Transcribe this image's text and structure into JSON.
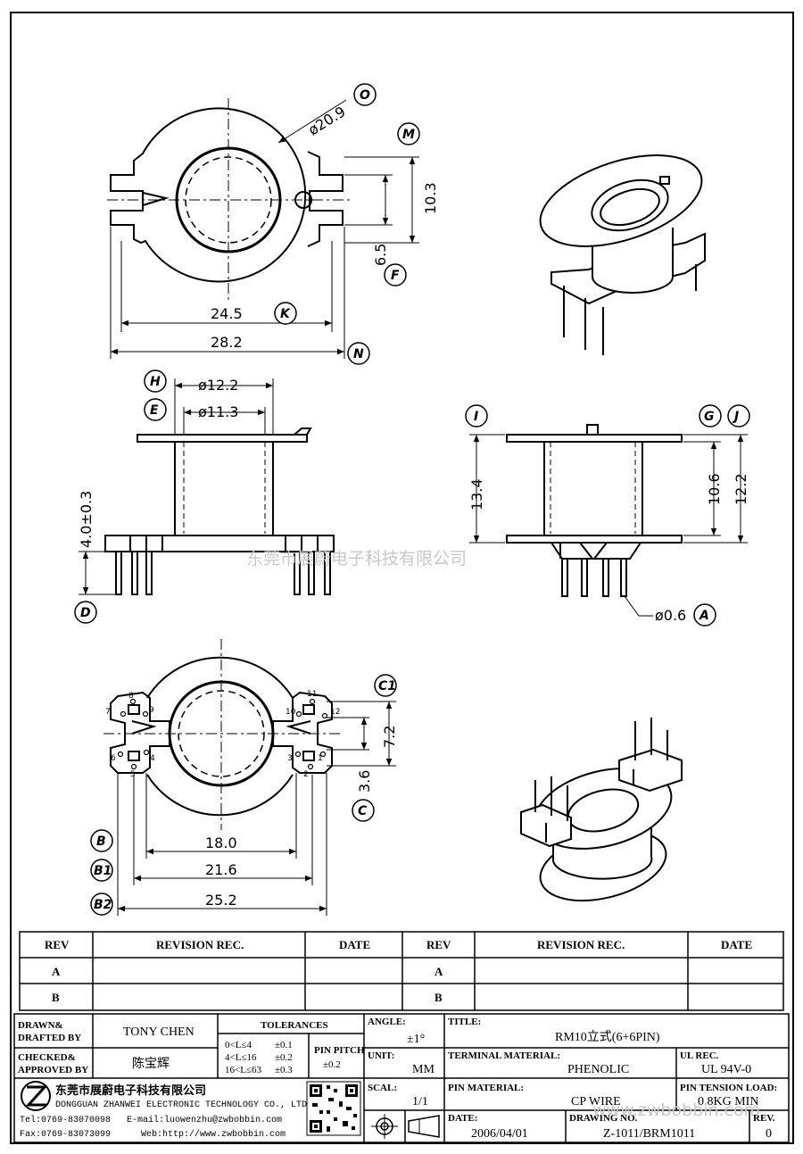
{
  "dimensions": {
    "d_outer": "ø20.9",
    "h_10_3": "10.3",
    "h_6_5": "6.5",
    "w_24_5": "24.5",
    "w_28_2": "28.2",
    "d_12_2": "ø12.2",
    "d_11_3": "ø11.3",
    "h_4_0": "4.0±0.3",
    "h_13_4": "13.4",
    "h_10_6": "10.6",
    "h_12_2": "12.2",
    "pin_d": "ø0.6",
    "h_7_2": "7.2",
    "h_3_6": "3.6",
    "w_18_0": "18.0",
    "w_21_6": "21.6",
    "w_25_2": "25.2"
  },
  "callouts": {
    "O": "O",
    "M": "M",
    "F": "F",
    "K": "K",
    "N": "N",
    "H": "H",
    "E": "E",
    "D": "D",
    "I": "I",
    "G": "G",
    "J": "J",
    "A": "A",
    "C1": "C1",
    "C": "C",
    "B": "B",
    "B1": "B1",
    "B2": "B2"
  },
  "pins": [
    "1",
    "2",
    "3",
    "4",
    "5",
    "6",
    "7",
    "8",
    "9",
    "10",
    "11",
    "12"
  ],
  "watermark": "东莞市展蔚电子科技有限公司",
  "revision_table": {
    "headers": [
      "REV",
      "REVISION REC.",
      "DATE",
      "REV",
      "REVISION REC.",
      "DATE"
    ],
    "rows": [
      [
        "A",
        "",
        "",
        "A",
        "",
        ""
      ],
      [
        "B",
        "",
        "",
        "B",
        "",
        ""
      ]
    ]
  },
  "title_block": {
    "drawn_label": "DRAWN&",
    "drafted_label": "DRAFTED BY",
    "drawn_value": "TONY CHEN",
    "checked_label": "CHECKED&",
    "approved_label": "APPROVED BY",
    "checked_value": "陈宝辉",
    "tolerances_label": "TOLERANCES",
    "tol_rows": [
      [
        "0<L≤4",
        "±0.1"
      ],
      [
        "4<L≤16",
        "±0.2"
      ],
      [
        "16<L≤63",
        "±0.3"
      ]
    ],
    "pin_pitch_label": "PIN PITCH",
    "pin_pitch_value": "±0.2",
    "angle_label": "ANGLE:",
    "angle_value": "±1°",
    "unit_label": "UNIT:",
    "unit_value": "MM",
    "scale_label": "SCAL:",
    "scale_value": "1/1",
    "title_label": "TITLE:",
    "title_value": "RM10立式(6+6PIN)",
    "terminal_label": "TERMINAL MATERIAL:",
    "terminal_value": "PHENOLIC",
    "ul_label": "UL REC.",
    "ul_value": "UL 94V-0",
    "pin_material_label": "PIN MATERIAL:",
    "pin_material_value": "CP WIRE",
    "pin_tension_label": "PIN TENSION LOAD:",
    "pin_tension_value": "0.8KG MIN",
    "date_label": "DATE:",
    "date_value": "2006/04/01",
    "drawing_label": "DRAWING NO.",
    "drawing_value": "Z-1011/BRM1011",
    "rev_label": "REV.",
    "rev_value": "0",
    "company_cn": "东莞市展蔚电子科技有限公司",
    "company_en": "DONGGUAN ZHANWEI ELECTRONIC TECHNOLOGY CO., LTD.",
    "tel": "Tel:0769-83070098",
    "email": "E-mail:luowenzhu@zwbobbin.com",
    "fax": "Fax:0769-83073099",
    "web": "Web:http://www.zwbobbin.com",
    "footer_watermark": "www.zwbobbin.com"
  }
}
